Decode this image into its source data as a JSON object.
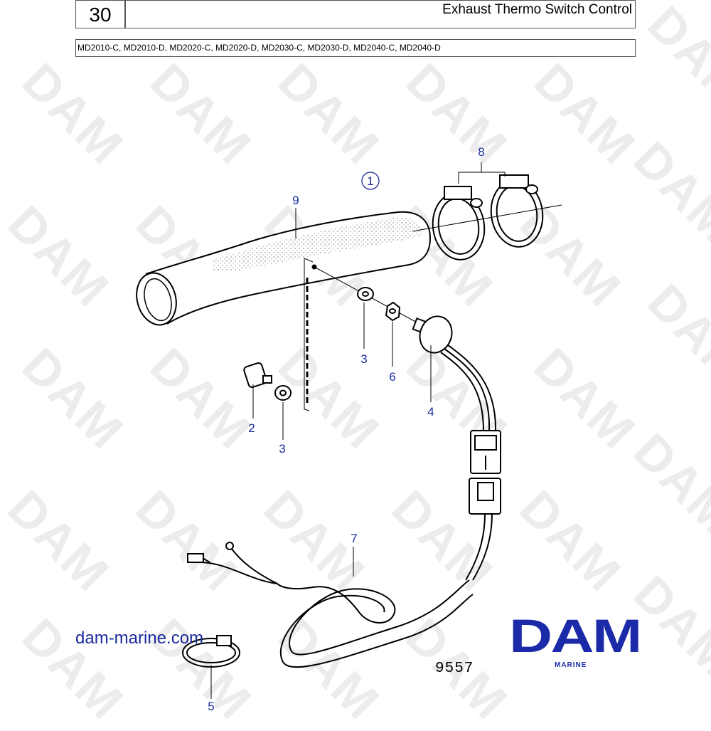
{
  "header": {
    "section_number": "30",
    "title": "Exhaust Thermo Switch Control",
    "models": "MD2010-C, MD2010-D, MD2020-C, MD2020-D, MD2030-C, MD2030-D, MD2040-C, MD2040-D"
  },
  "diagram": {
    "note_marker": "1",
    "callouts": [
      {
        "id": "9",
        "part": "hose"
      },
      {
        "id": "8",
        "part": "hose-clamps"
      },
      {
        "id": "3",
        "part": "washer"
      },
      {
        "id": "6",
        "part": "nut"
      },
      {
        "id": "4",
        "part": "thermo-switch"
      },
      {
        "id": "2",
        "part": "plug"
      },
      {
        "id": "3",
        "part": "washer"
      },
      {
        "id": "7",
        "part": "cable-harness"
      },
      {
        "id": "5",
        "part": "cable-tie"
      }
    ],
    "drawing_number": "9557"
  },
  "footer": {
    "website": "dam-marine.com",
    "logo_text": "DAM",
    "logo_subtext": "MARINE"
  },
  "watermark": "DAM",
  "colors": {
    "callout": "#1a2a9c",
    "logo": "#1a2aa8",
    "watermark": "#ececec"
  }
}
